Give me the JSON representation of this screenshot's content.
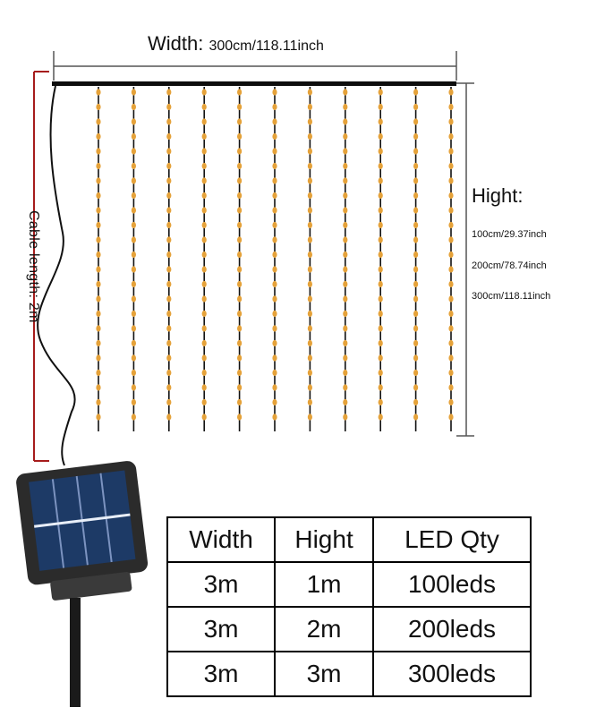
{
  "width_label": {
    "prefix": "Width:",
    "value": "300cm/118.11inch"
  },
  "height_label": {
    "title": "Hight:",
    "options": [
      "100cm/29.37inch",
      "200cm/78.74inch",
      "300cm/118.11inch"
    ]
  },
  "cable_label": "Cable length: 2m",
  "spec_table": {
    "headers": [
      "Width",
      "Hight",
      "LED Qty"
    ],
    "rows": [
      [
        "3m",
        "1m",
        "100leds"
      ],
      [
        "3m",
        "2m",
        "200leds"
      ],
      [
        "3m",
        "3m",
        "300leds"
      ]
    ]
  },
  "curtain": {
    "strand_count": 11
  },
  "colors": {
    "led": "#e5a23a",
    "wire": "#111111",
    "cable_marker": "#a61c1c",
    "panel": "#1d3a66"
  }
}
